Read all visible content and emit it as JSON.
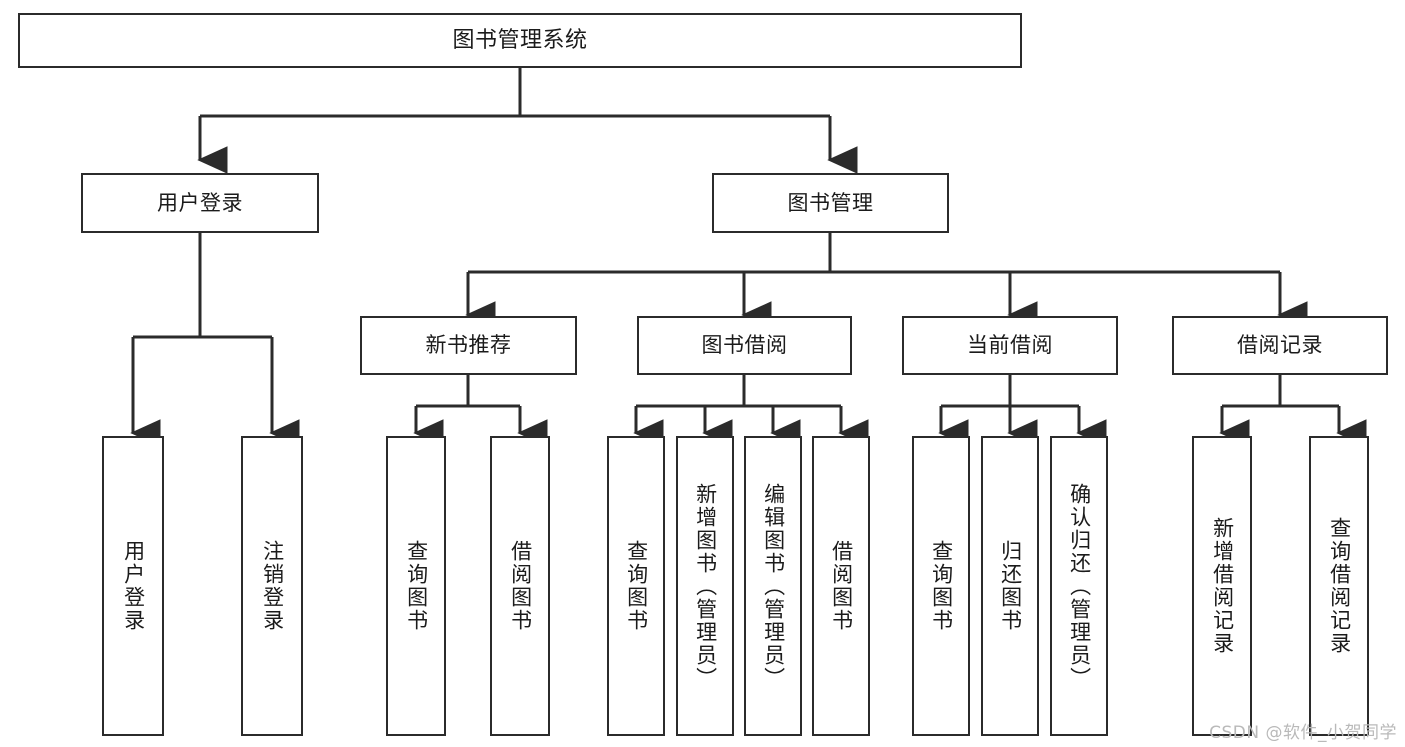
{
  "diagram": {
    "title_box": {
      "label": "图书管理系统"
    },
    "level2": [
      {
        "id": "user-login",
        "label": "用户登录"
      },
      {
        "id": "book-management",
        "label": "图书管理"
      }
    ],
    "level3": [
      {
        "id": "new-book-recommend",
        "label": "新书推荐"
      },
      {
        "id": "book-borrow",
        "label": "图书借阅"
      },
      {
        "id": "current-borrow",
        "label": "当前借阅"
      },
      {
        "id": "borrow-record",
        "label": "借阅记录"
      }
    ],
    "leaves": {
      "user_login": [
        {
          "id": "leaf-user-login",
          "label": "用户登录"
        },
        {
          "id": "leaf-logout-login",
          "label": "注销登录"
        }
      ],
      "new_book_recommend": [
        {
          "id": "leaf-query-book-1",
          "label": "查询图书"
        },
        {
          "id": "leaf-borrow-book-1",
          "label": "借阅图书"
        }
      ],
      "book_borrow": [
        {
          "id": "leaf-query-book-2",
          "label": "查询图书"
        },
        {
          "id": "leaf-add-book",
          "label": "新增图书（管理员）"
        },
        {
          "id": "leaf-edit-book",
          "label": "编辑图书（管理员）"
        },
        {
          "id": "leaf-borrow-book-2",
          "label": "借阅图书"
        }
      ],
      "current_borrow": [
        {
          "id": "leaf-query-book-3",
          "label": "查询图书"
        },
        {
          "id": "leaf-return-book",
          "label": "归还图书"
        },
        {
          "id": "leaf-confirm-return",
          "label": "确认归还（管理员）"
        }
      ],
      "borrow_record": [
        {
          "id": "leaf-add-borrow-record",
          "label": "新增借阅记录"
        },
        {
          "id": "leaf-query-borrow-record",
          "label": "查询借阅记录"
        }
      ]
    },
    "colors": {
      "stroke": "#2b2b2b",
      "fill": "#ffffff",
      "text": "#1b1b1b",
      "watermark": "#b9b9b9"
    }
  },
  "watermark": {
    "text": "CSDN @软件_小贺同学"
  }
}
